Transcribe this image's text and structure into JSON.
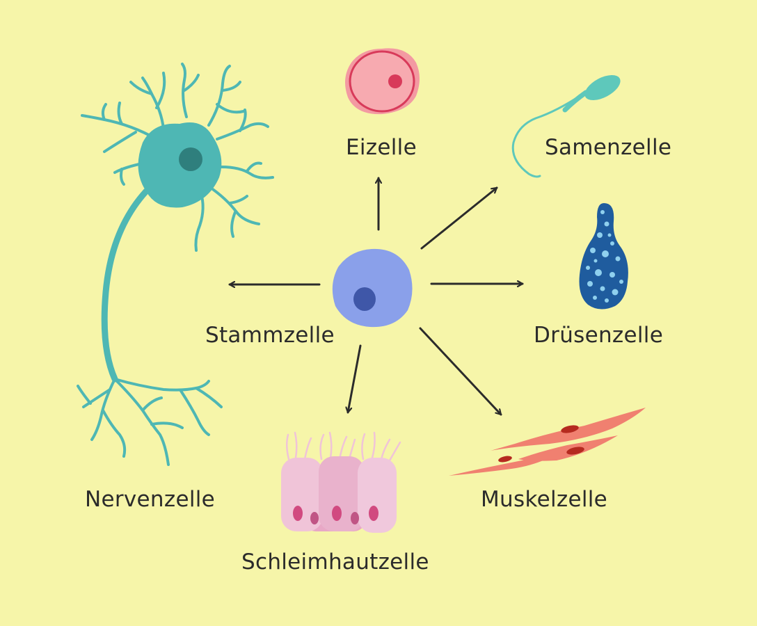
{
  "labels": {
    "stem": "Stammzelle",
    "egg": "Eizelle",
    "sperm": "Samenzelle",
    "gland": "Drüsenzelle",
    "muscle": "Muskelzelle",
    "mucosa": "Schleimhautzelle",
    "nerve": "Nervenzelle"
  },
  "colors": {
    "background": "#f6f5a9",
    "stem_cell": "#8aa0ea",
    "stem_nucleus": "#3f57a8",
    "neuron": "#4eb7b4",
    "neuron_nucleus": "#2f7f7d",
    "egg_fill": "#f7aab0",
    "egg_ring": "#d83a5a",
    "sperm": "#5ec8bb",
    "gland": "#1f5c9e",
    "gland_spots": "#8fd0ee",
    "muscle": "#f08070",
    "muscle_nucleus": "#b52a1f",
    "mucosa": "#f0c4d8",
    "mucosa_nucleus": "#d14a80",
    "arrow": "#2b2b2b"
  }
}
